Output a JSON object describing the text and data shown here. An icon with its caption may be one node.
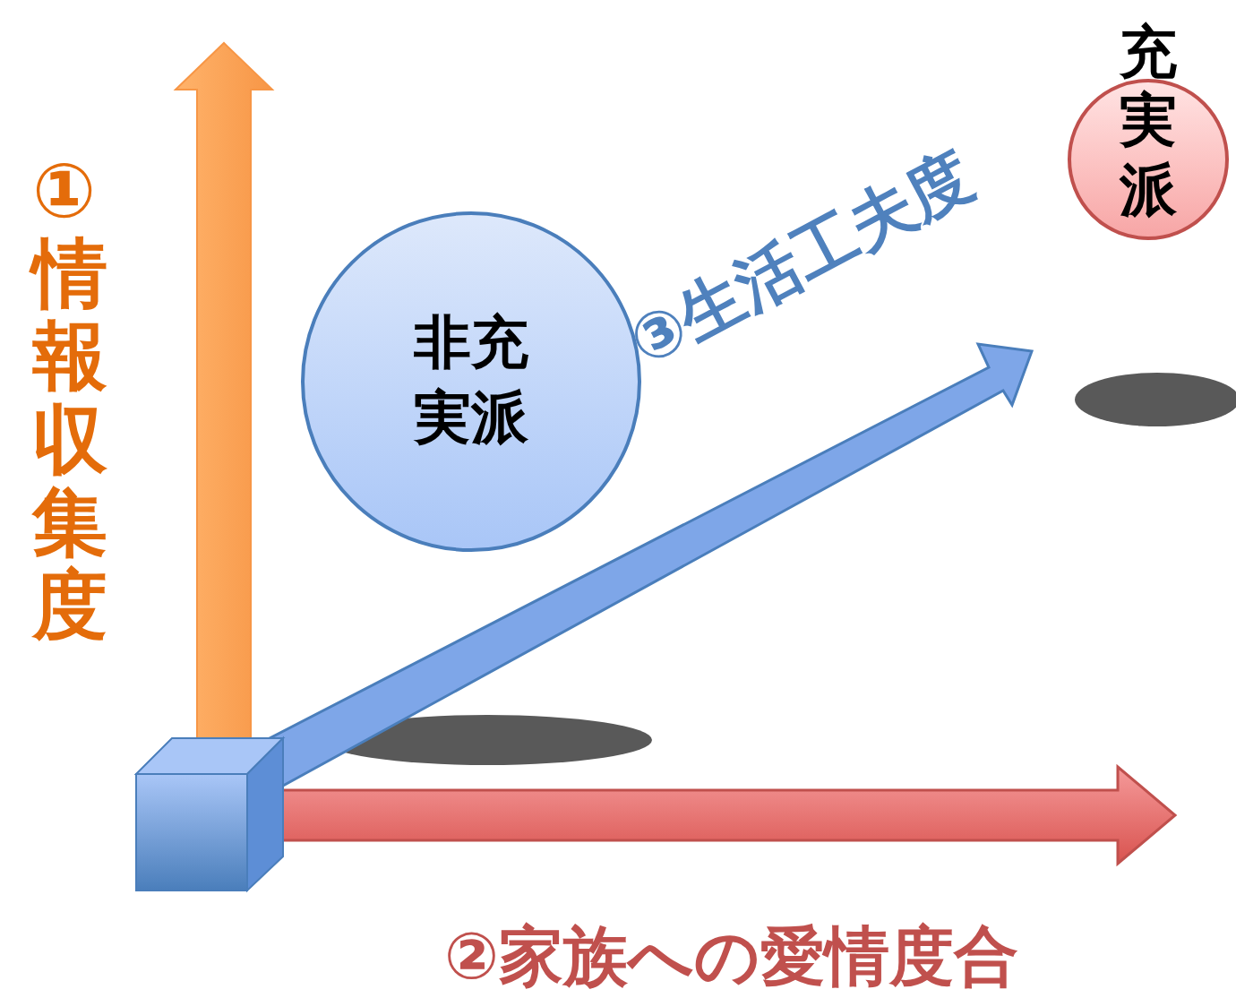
{
  "diagram": {
    "nodes": [
      {
        "text": [
          "非充実派"
        ]
      },
      {
        "text": [
          "充実派"
        ]
      }
    ],
    "labels": [
      "①情報収集度",
      "③生活工夫度",
      "②家族への愛情度合"
    ]
  }
}
